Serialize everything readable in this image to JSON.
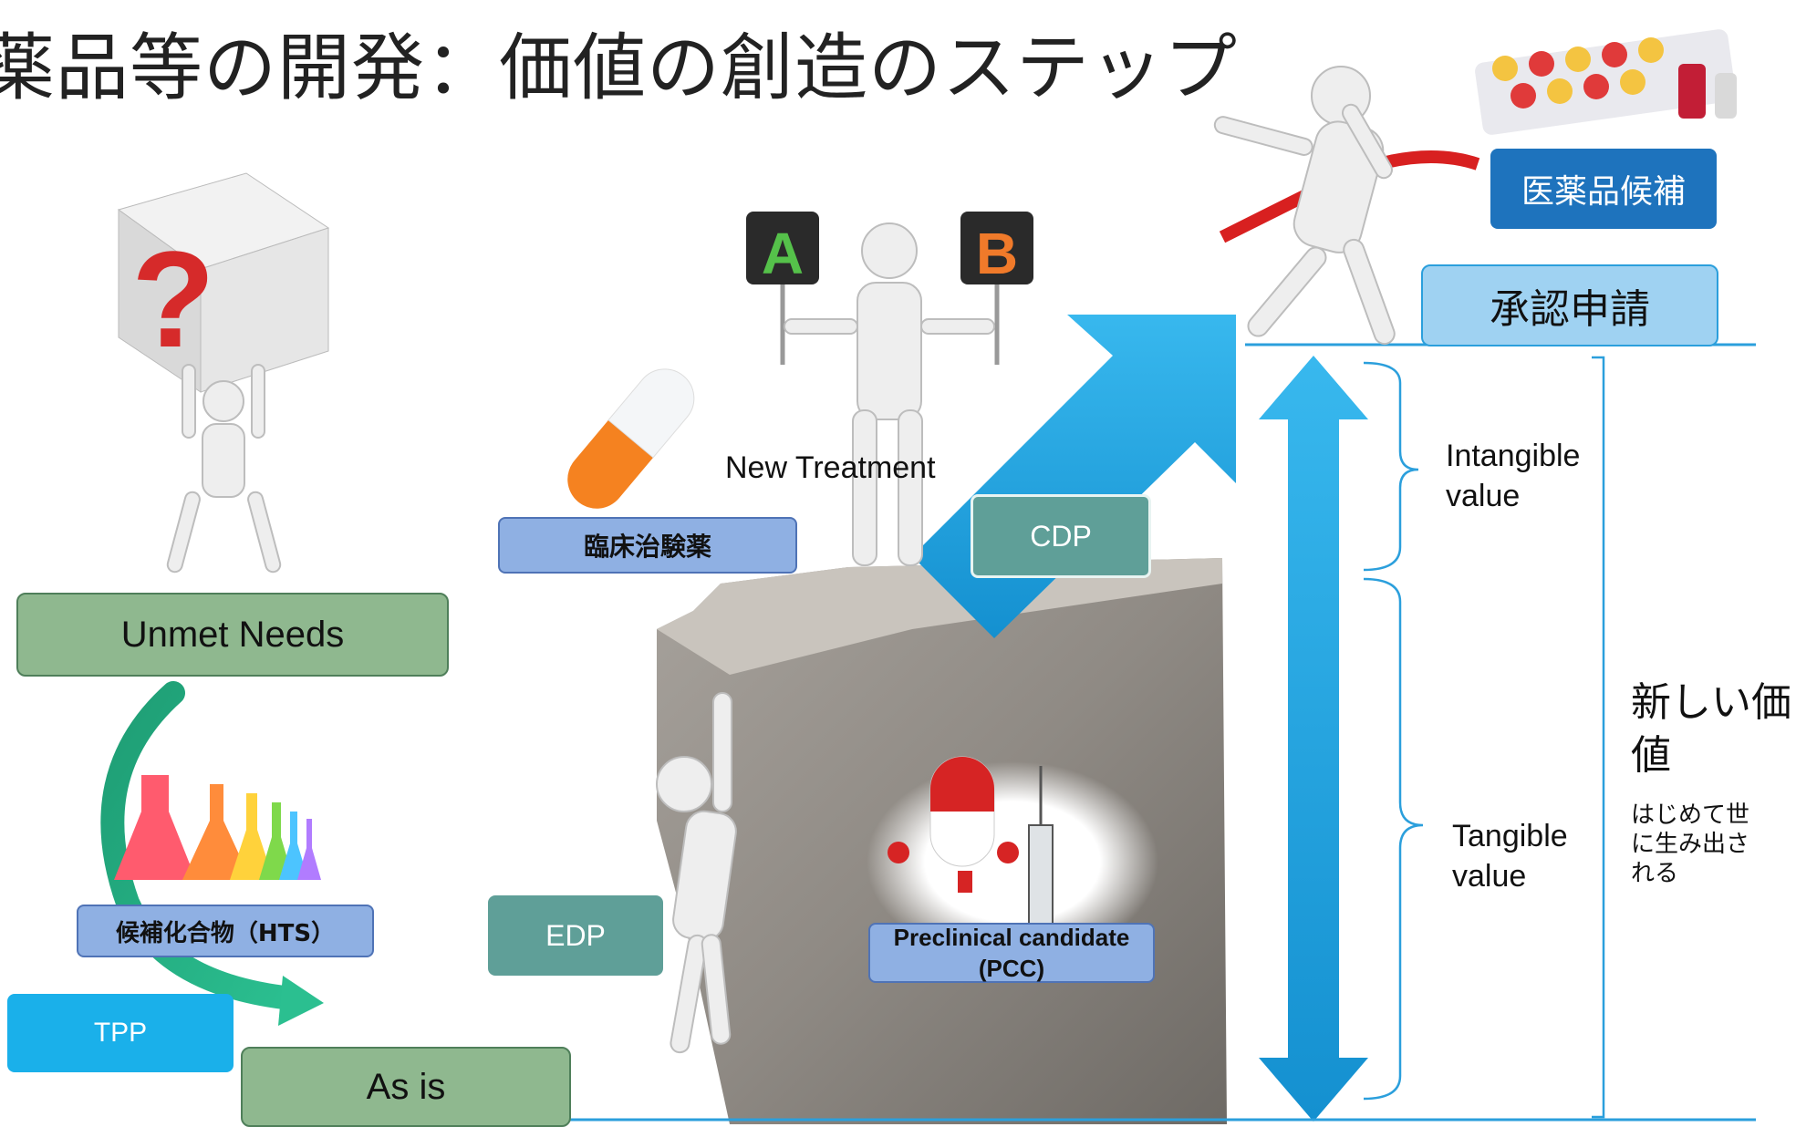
{
  "title": "薬品等の開発：価値の創造のステップ",
  "labels": {
    "unmet_needs": "Unmet Needs",
    "hts_compounds": "候補化合物（HTS）",
    "tpp": "TPP",
    "as_is": "As is",
    "edp": "EDP",
    "pcc": "Preclinical candidate (PCC)",
    "clinical_drug": "臨床治験薬",
    "cdp": "CDP",
    "new_treatment": "New Treatment",
    "drug_candidate": "医薬品候補",
    "approval_application": "承認申請",
    "intangible_value": "Intangible value",
    "tangible_value": "Tangible value",
    "new_value": "新しい価値",
    "new_value_note": "はじめて世に生み出される"
  },
  "icons": {
    "question_box": "question-cube-icon",
    "flasks": "flask-icon",
    "capsule": "capsule-icon",
    "sign_a": "A",
    "sign_b": "B",
    "medicine_pack": "pill-pack-icon"
  },
  "colors": {
    "green_box": "#8fb88f",
    "blue_box": "#8fb0e3",
    "teal_box": "#5f9f98",
    "sky": "#1ab0ea",
    "arrow": "#1aa7e0",
    "cliff": "#8f8a84",
    "drug_candidate_box": "#1e73bd"
  }
}
